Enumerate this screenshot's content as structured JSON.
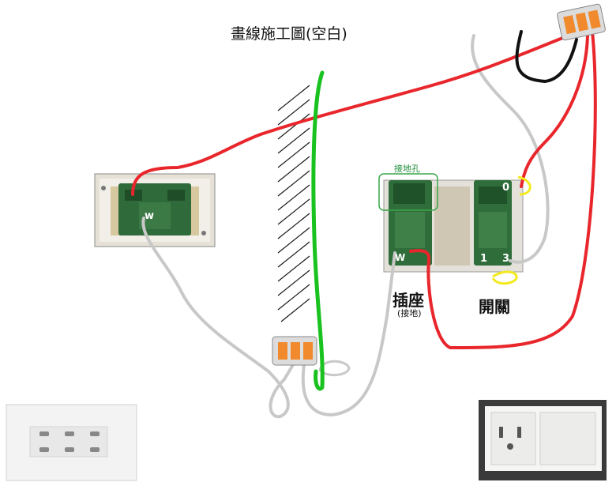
{
  "title": "畫線施工圖(空白)",
  "labels": {
    "socket": "插座",
    "socket_sub": "(接地)",
    "switch": "開關",
    "ground_hole": "接地孔"
  },
  "terminals": {
    "box_w": "w",
    "socket_w": "W",
    "switch_0": "0",
    "switch_1": "1",
    "switch_3": "3"
  },
  "colors": {
    "live_wire": "#e8262c",
    "neutral_wire": "#c8c8c8",
    "ground_wire": "#19c21f",
    "jumper_wire": "#111111",
    "highlight": "#f2ea1d",
    "ground_box": "#3aa64a"
  }
}
